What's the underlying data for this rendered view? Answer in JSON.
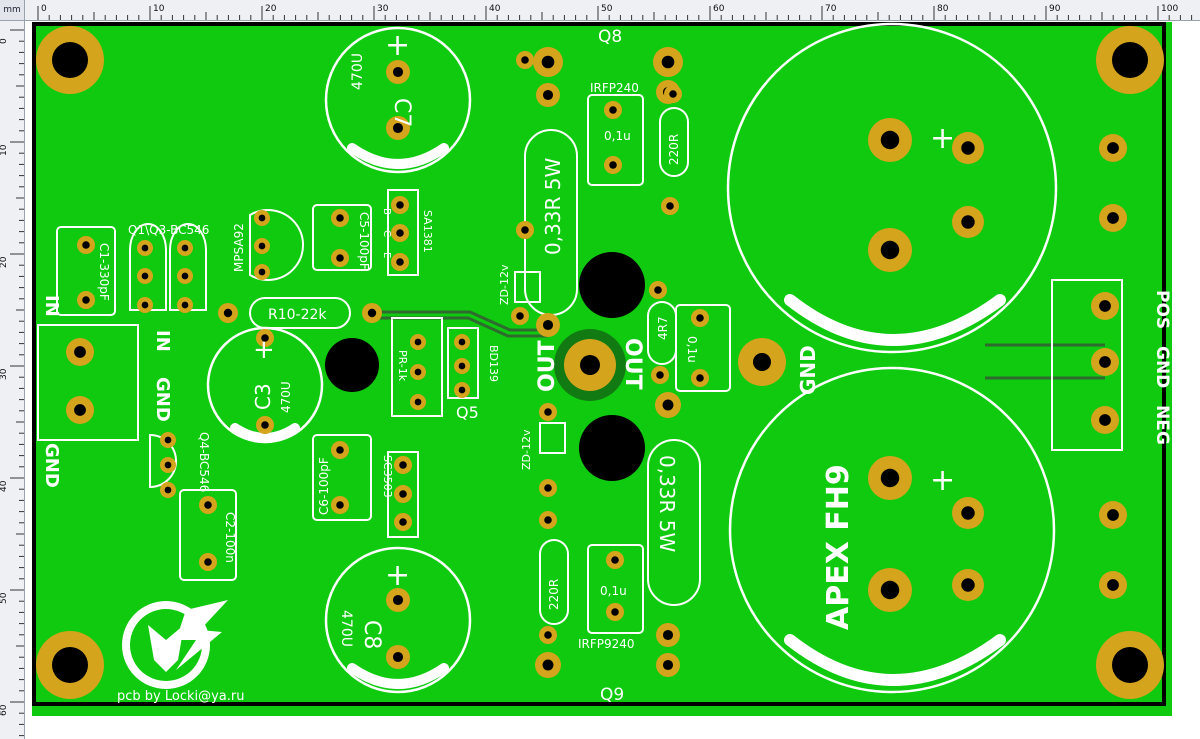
{
  "ruler": {
    "unit": "mm",
    "top_labels": [
      "0",
      "10",
      "20",
      "30",
      "40",
      "50",
      "60",
      "70",
      "80",
      "90",
      "100"
    ],
    "left_labels": [
      "0",
      "10",
      "20",
      "30",
      "40",
      "50",
      "60"
    ]
  },
  "board": {
    "components": {
      "c7_label": "C7",
      "c7_value": "470U",
      "c8_label": "C8",
      "c8_value": "470U",
      "c3_label": "C3",
      "c3_value": "470U",
      "q8_label": "Q8",
      "q8_part": "IRFP240",
      "q9_label": "Q9",
      "q9_part": "IRFP9240",
      "r_top_power": "0,33R 5W",
      "r_bot_power": "0,33R 5W",
      "r_top_220": "220R",
      "r_bot_220": "220R",
      "cap_top_01u": "0,1u",
      "cap_bot_01u": "0,1u",
      "cap_mid_01u": "0,1u",
      "zd_top": "ZD-12v",
      "zd_bot": "ZD-12v",
      "r10": "R10-22k",
      "c5": "C5-100pF",
      "c6": "C6-100pF",
      "sa1381": "SA1381",
      "sc3503": "SC3503",
      "mpsa92": "MPSA92",
      "q1q3": "Q1\\Q3-BC546",
      "c1": "C1-330pF",
      "c2": "C2-100n",
      "q4": "Q4-BC546",
      "pr": "PR-1k",
      "bd139": "BD139",
      "q5": "Q5",
      "r4r7": "4R7",
      "pin_b": "B",
      "pin_c": "C",
      "pin_e": "E"
    },
    "text": {
      "in_edge": "IN",
      "in_label": "IN",
      "gnd_label": "GND",
      "gnd_edge": "GND",
      "out1": "OUT",
      "out2": "OUT",
      "gnd_mid": "GND",
      "pos": "POS",
      "gnd_r": "GND",
      "neg": "NEG",
      "plus": "+",
      "apex": "APEX FH9",
      "credit": "pcb by Locki@ya.ru"
    },
    "colors": {
      "board": "#0fca0f",
      "outline": "#000000",
      "pad": "#d4a41c",
      "silk": "#ffffff",
      "track": "#3c6b3c"
    }
  }
}
